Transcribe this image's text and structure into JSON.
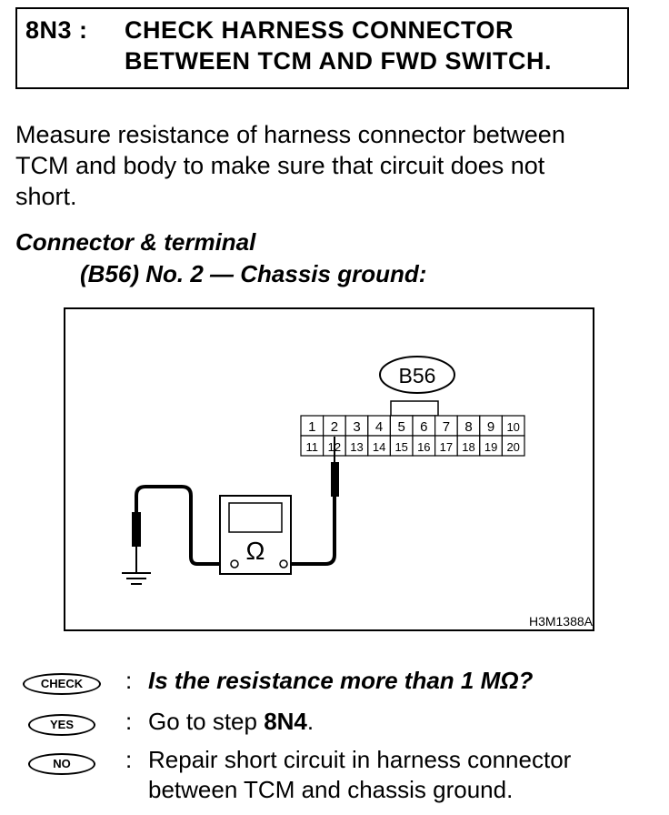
{
  "header": {
    "step_code": "8N3 :",
    "title_line1": "CHECK HARNESS CONNECTOR",
    "title_line2": "BETWEEN TCM AND FWD SWITCH."
  },
  "instruction": {
    "line1": "Measure resistance of harness connector between",
    "line2": "TCM and body to make sure that circuit does not",
    "line3": "short."
  },
  "connector": {
    "heading": "Connector & terminal",
    "detail": "(B56) No. 2 — Chassis ground:"
  },
  "figure": {
    "connector_label": "B56",
    "pins_top": [
      "1",
      "2",
      "3",
      "4",
      "5",
      "6",
      "7",
      "8",
      "9",
      "10"
    ],
    "pins_bottom": [
      "11",
      "12",
      "13",
      "14",
      "15",
      "16",
      "17",
      "18",
      "19",
      "20"
    ],
    "meter_symbol": "Ω",
    "figure_id": "H3M1388A"
  },
  "check": {
    "badge": "CHECK",
    "question": "Is the resistance more than 1 MΩ?"
  },
  "yes": {
    "badge": "YES",
    "text_prefix": "Go to step ",
    "step": "8N4",
    "text_suffix": "."
  },
  "no": {
    "badge": "NO",
    "line1": "Repair short circuit in harness connector",
    "line2": "between TCM and chassis ground."
  },
  "punctuation": {
    "colon": ":"
  }
}
